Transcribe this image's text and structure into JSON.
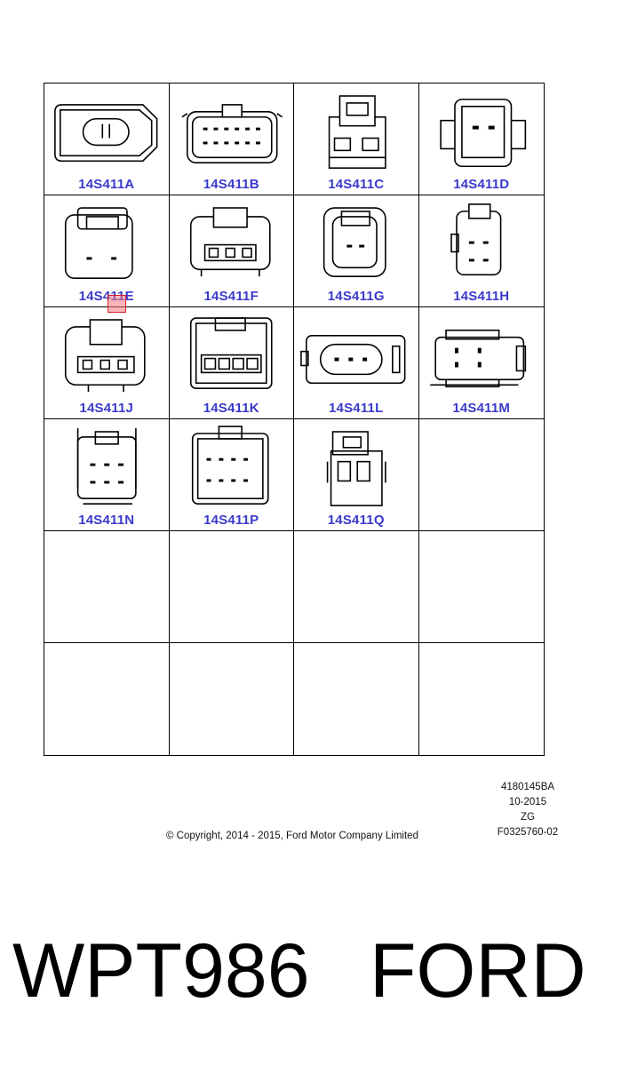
{
  "connectors": [
    {
      "label": "14S411A",
      "icon": "connector-a-icon"
    },
    {
      "label": "14S411B",
      "icon": "connector-b-icon"
    },
    {
      "label": "14S411C",
      "icon": "connector-c-icon"
    },
    {
      "label": "14S411D",
      "icon": "connector-d-icon"
    },
    {
      "label": "14S411E",
      "icon": "connector-e-icon"
    },
    {
      "label": "14S411F",
      "icon": "connector-f-icon"
    },
    {
      "label": "14S411G",
      "icon": "connector-g-icon"
    },
    {
      "label": "14S411H",
      "icon": "connector-h-icon"
    },
    {
      "label": "14S411J",
      "icon": "connector-j-icon"
    },
    {
      "label": "14S411K",
      "icon": "connector-k-icon"
    },
    {
      "label": "14S411L",
      "icon": "connector-l-icon"
    },
    {
      "label": "14S411M",
      "icon": "connector-m-icon"
    },
    {
      "label": "14S411N",
      "icon": "connector-n-icon"
    },
    {
      "label": "14S411P",
      "icon": "connector-p-icon"
    },
    {
      "label": "14S411Q",
      "icon": "connector-q-icon"
    }
  ],
  "refs": {
    "line1": "4180145BA",
    "line2": "10-2015",
    "line3": "ZG",
    "line4": "F0325760-02"
  },
  "copyright": "© Copyright, 2014 - 2015, Ford Motor Company Limited",
  "part_number": "WPT986",
  "brand": "FORD",
  "colors": {
    "label": "#3a3acb",
    "marker_fill": "#f07882",
    "marker_border": "#d4202c"
  }
}
